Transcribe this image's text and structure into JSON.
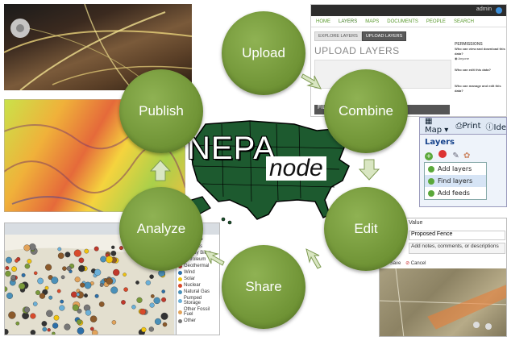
{
  "center": {
    "brand_large": "NEPA",
    "brand_small": "node"
  },
  "cycle": [
    {
      "id": "upload",
      "label": "Upload"
    },
    {
      "id": "combine",
      "label": "Combine"
    },
    {
      "id": "edit",
      "label": "Edit"
    },
    {
      "id": "share",
      "label": "Share"
    },
    {
      "id": "analyze",
      "label": "Analyze"
    },
    {
      "id": "publish",
      "label": "Publish"
    }
  ],
  "geonode": {
    "nav": [
      "HOME",
      "LAYERS",
      "MAPS",
      "DOCUMENTS",
      "PEOPLE",
      "SEARCH"
    ],
    "user": "admin",
    "tabs": [
      "EXPLORE LAYERS",
      "UPLOAD LAYERS"
    ],
    "heading": "UPLOAD LAYERS",
    "permissions_title": "PERMISSIONS",
    "permissions_q1": "Who can view and download this data?",
    "permissions_q2": "Who can edit this data?",
    "permissions_q3": "Who can manage and edit this data?",
    "permissions_opt_anyone": "Anyone",
    "files_label": "FILE"
  },
  "layers_panel": {
    "toolbar": [
      "Map",
      "Print",
      "Ide"
    ],
    "title": "Layers",
    "menu": [
      "Add layers",
      "Find layers",
      "Add feeds"
    ]
  },
  "edit_panel": {
    "value_header": "Value",
    "value": "Proposed Fence",
    "placeholder": "Add notes, comments, or descriptions",
    "save": "Save",
    "cancel": "Cancel"
  },
  "analyze_map": {
    "legend_title": "of the US",
    "legend": [
      "Biomass",
      "Woody Biom",
      "Petroleum",
      "Geothermal",
      "Wind",
      "Solar",
      "Nuclear",
      "Natural Gas",
      "Pumped Storage",
      "Other Fossil Fuel",
      "Other"
    ],
    "legend_colors": [
      "#7a9a3a",
      "#8b5a2b",
      "#333333",
      "#c0392b",
      "#2d6fa8",
      "#f1c40f",
      "#d84a2b",
      "#4a90b8",
      "#6bb0d8",
      "#e2a35a",
      "#777777"
    ]
  },
  "colors": {
    "accent": "#77973c",
    "map_green": "#1d5a2f",
    "nav_bg": "#2d2d2d"
  }
}
